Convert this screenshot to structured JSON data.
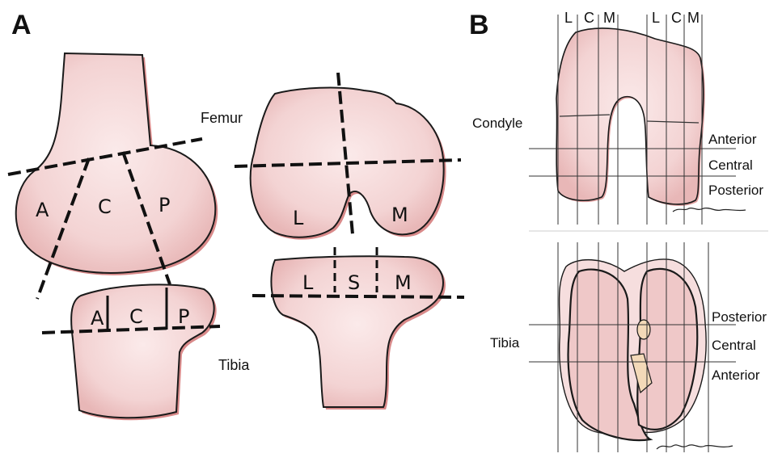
{
  "panel_a": {
    "title": "A",
    "femur_label": "Femur",
    "tibia_label": "Tibia",
    "femur_sagittal_zones": [
      "A",
      "C",
      "P"
    ],
    "tibia_sagittal_zones": [
      "A",
      "C",
      "P"
    ],
    "femur_coronal_zones": [
      "L",
      "M"
    ],
    "tibia_coronal_zones": [
      "L",
      "S",
      "M"
    ]
  },
  "panel_b": {
    "title": "B",
    "column_headers": [
      "L",
      "C",
      "M",
      "L",
      "C",
      "M"
    ],
    "condyle_label": "Condyle",
    "condyle_rows": [
      "Anterior",
      "Central",
      "Posterior"
    ],
    "tibia_label": "Tibia",
    "tibia_rows": [
      "Posterior",
      "Central",
      "Anterior"
    ],
    "signature_note": "handwritten artist signature"
  },
  "colors": {
    "bone_fill": "#f3d3d3",
    "bone_edge": "#d98a8a",
    "outline": "#1a1a1a",
    "grid": "#333333"
  }
}
